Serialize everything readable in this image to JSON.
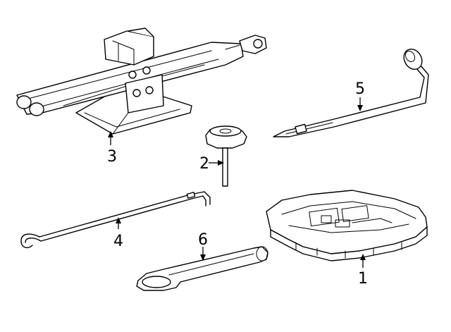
{
  "callouts": [
    {
      "id": "1",
      "label": "1",
      "part": "tool-tray"
    },
    {
      "id": "2",
      "label": "2",
      "part": "hold-down-bolt"
    },
    {
      "id": "3",
      "label": "3",
      "part": "scissor-jack"
    },
    {
      "id": "4",
      "label": "4",
      "part": "jack-handle-rod"
    },
    {
      "id": "5",
      "label": "5",
      "part": "lug-wrench"
    },
    {
      "id": "6",
      "label": "6",
      "part": "handle-extension"
    }
  ]
}
